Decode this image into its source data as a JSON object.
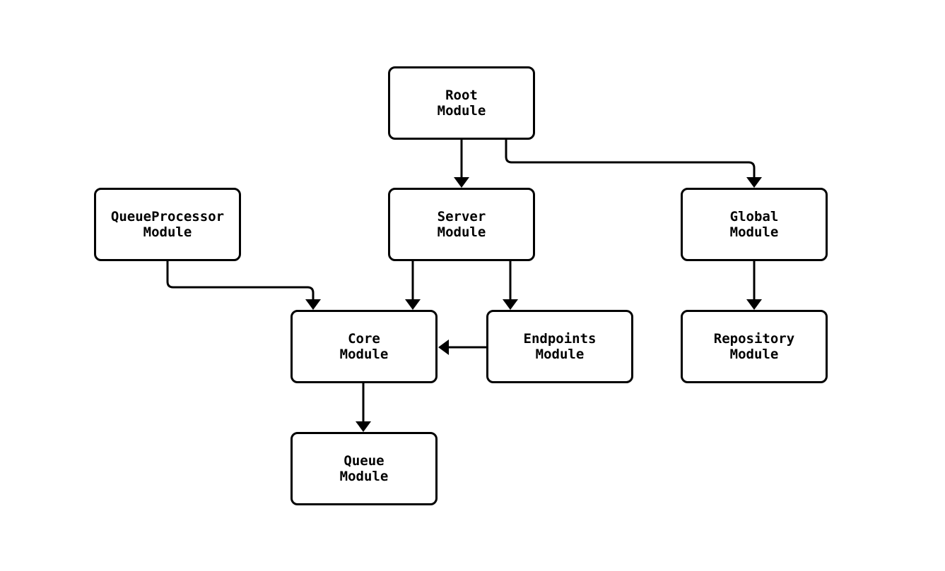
{
  "diagram": {
    "background_color": "#ffffff",
    "node_fill_color": "#ffffff",
    "stroke_color": "#000000",
    "nodes": {
      "root": {
        "label": "Root\nModule"
      },
      "queueprocessor": {
        "label": "QueueProcessor\nModule"
      },
      "server": {
        "label": "Server\nModule"
      },
      "global": {
        "label": "Global\nModule"
      },
      "core": {
        "label": "Core\nModule"
      },
      "endpoints": {
        "label": "Endpoints\nModule"
      },
      "repository": {
        "label": "Repository\nModule"
      },
      "queue": {
        "label": "Queue\nModule"
      }
    },
    "edges": [
      {
        "from": "Root Module",
        "to": "Server Module"
      },
      {
        "from": "Root Module",
        "to": "Global Module"
      },
      {
        "from": "QueueProcessor Module",
        "to": "Core Module"
      },
      {
        "from": "Server Module",
        "to": "Core Module"
      },
      {
        "from": "Server Module",
        "to": "Endpoints Module"
      },
      {
        "from": "Endpoints Module",
        "to": "Core Module"
      },
      {
        "from": "Global Module",
        "to": "Repository Module"
      },
      {
        "from": "Core Module",
        "to": "Queue Module"
      }
    ]
  }
}
